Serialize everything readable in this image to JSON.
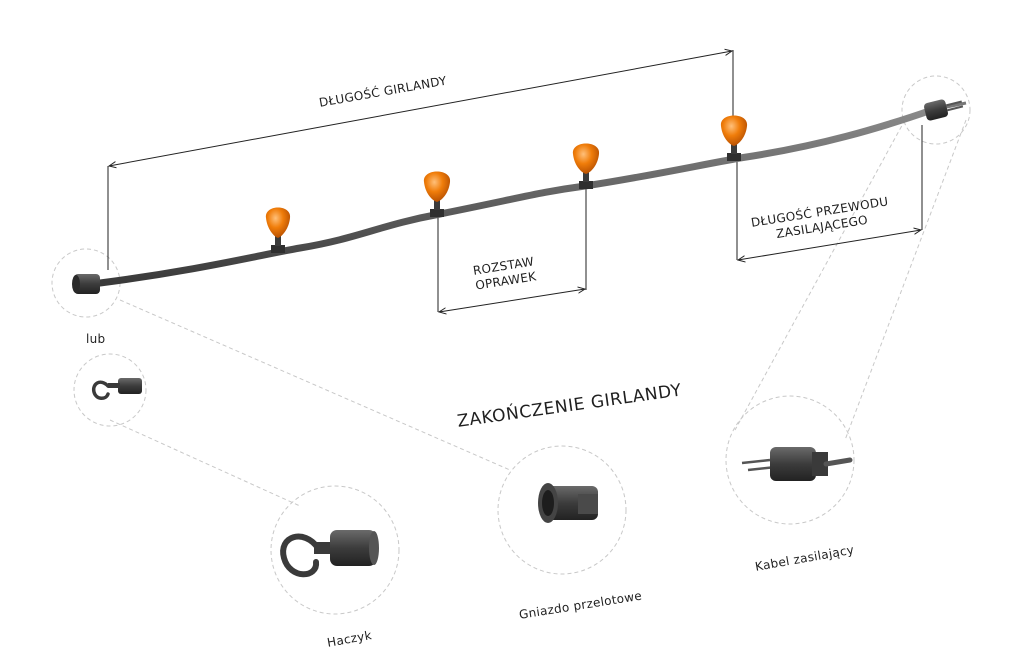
{
  "labels": {
    "garland_length": "DŁUGOŚĆ GIRLANDY",
    "socket_spacing_line1": "ROZSTAW",
    "socket_spacing_line2": "OPRAWEK",
    "power_cable_length_line1": "DŁUGOŚĆ PRZEWODU",
    "power_cable_length_line2": "ZASILAJĄCEGO",
    "ending_title": "ZAKOŃCZENIE GIRLANDY",
    "or": "lub"
  },
  "endings": [
    {
      "name": "hook",
      "label": "Haczyk"
    },
    {
      "name": "pass-through-socket",
      "label": "Gniazdo przelotowe"
    },
    {
      "name": "power-cable",
      "label": "Kabel zasilający"
    }
  ],
  "colors": {
    "bulb": "#f07d0a",
    "cable": "#4a4a4a",
    "line": "#222222",
    "dashed": "#c8c8c8"
  }
}
